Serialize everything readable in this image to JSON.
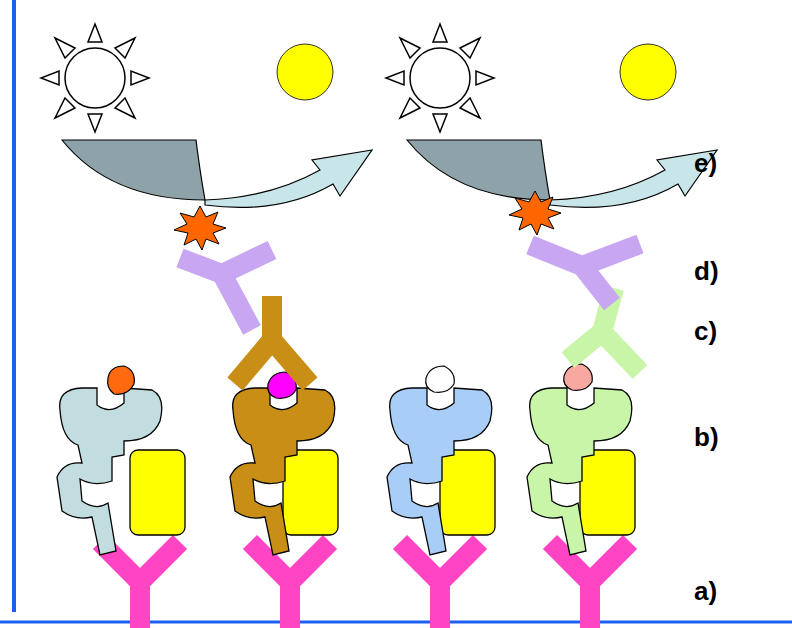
{
  "diagram": {
    "labels": [
      "e)",
      "d)",
      "c)",
      "b)",
      "a)"
    ]
  }
}
